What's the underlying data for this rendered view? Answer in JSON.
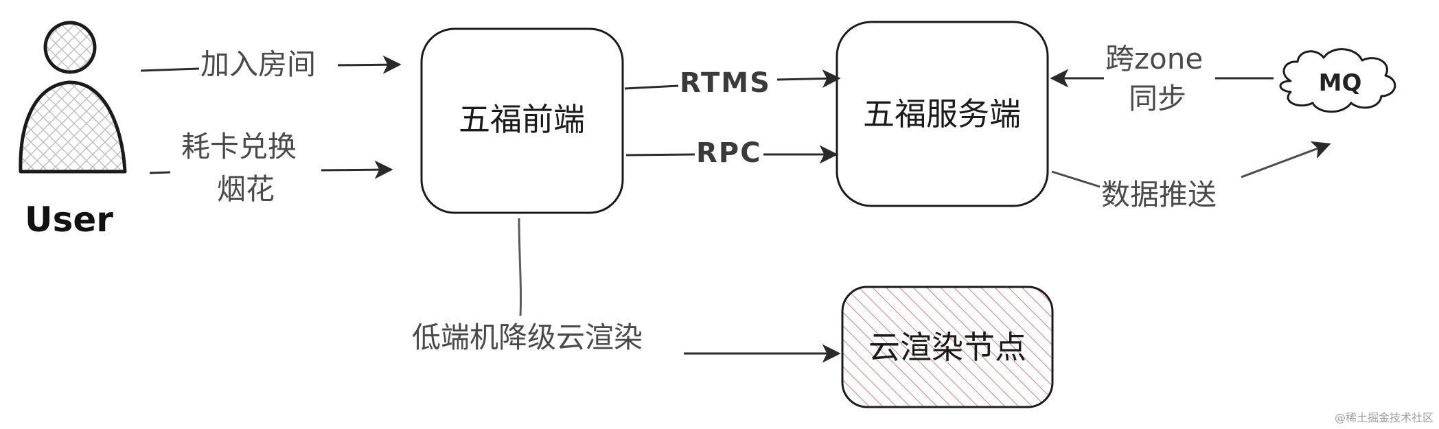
{
  "actor": {
    "label": "User"
  },
  "nodes": {
    "frontend": "五福前端",
    "server": "五福服务端",
    "cloud_render": "云渲染节点",
    "mq": "MQ"
  },
  "edges": {
    "join_room": "加入房间",
    "exchange_line1": "耗卡兑换",
    "exchange_line2": "烟花",
    "rtms": "RTMS",
    "rpc": "RPC",
    "cross_zone_line1": "跨zone",
    "cross_zone_line2": "同步",
    "data_push": "数据推送",
    "downgrade": "低端机降级云渲染"
  },
  "colors": {
    "stroke": "#1a1a1a",
    "edge": "#4a4a4a",
    "hatch_red": "#e05a5a",
    "hatch_gray": "#bdbdbd"
  },
  "watermark": "@稀土掘金技术社区"
}
